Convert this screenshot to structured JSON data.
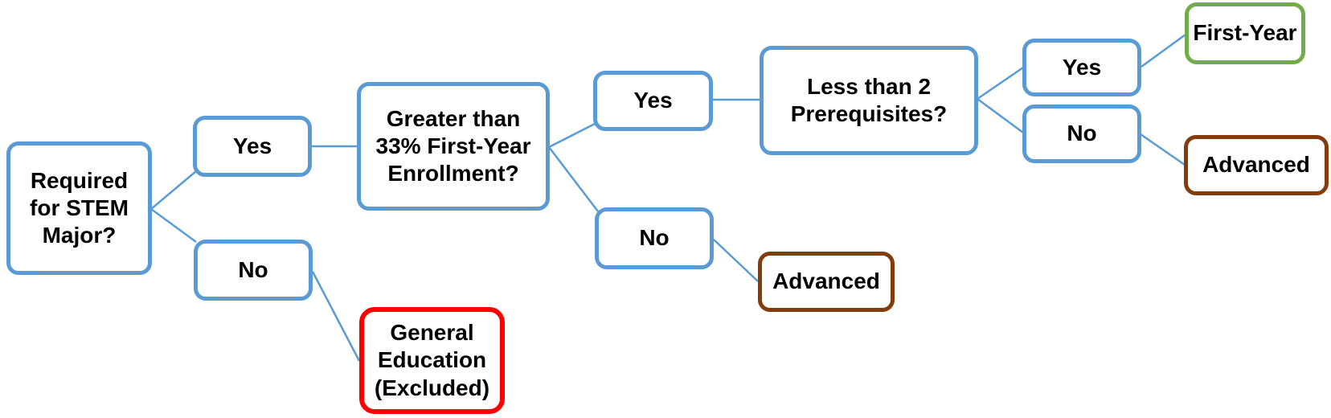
{
  "colors": {
    "background": "#ffffff",
    "text": "#000000",
    "question_branch_border": "#5b9bd5",
    "connector_line": "#5b9bd5",
    "outcome_first_year_border": "#70ad47",
    "outcome_advanced_border": "#843c0c",
    "outcome_excluded_border": "#ff0000"
  },
  "nodes": {
    "q_stem": {
      "label": "Required\nfor STEM\nMajor?",
      "border_color": "#5b9bd5"
    },
    "yes1": {
      "label": "Yes",
      "border_color": "#5b9bd5"
    },
    "no1": {
      "label": "No",
      "border_color": "#5b9bd5"
    },
    "q_enrollment": {
      "label": "Greater than\n33% First-Year\nEnrollment?",
      "border_color": "#5b9bd5"
    },
    "yes2": {
      "label": "Yes",
      "border_color": "#5b9bd5"
    },
    "no2": {
      "label": "No",
      "border_color": "#5b9bd5"
    },
    "q_prerequisites": {
      "label": "Less than 2\nPrerequisites?",
      "border_color": "#5b9bd5"
    },
    "yes3": {
      "label": "Yes",
      "border_color": "#5b9bd5"
    },
    "no3": {
      "label": "No",
      "border_color": "#5b9bd5"
    },
    "first_year": {
      "label": "First-Year",
      "border_color": "#70ad47"
    },
    "advanced_prereq": {
      "label": "Advanced",
      "border_color": "#843c0c"
    },
    "advanced_enrollment": {
      "label": "Advanced",
      "border_color": "#843c0c"
    },
    "general_education": {
      "label": "General\nEducation\n(Excluded)",
      "border_color": "#ff0000"
    }
  },
  "edges": [
    {
      "from": "q_stem",
      "to": "yes1"
    },
    {
      "from": "q_stem",
      "to": "no1"
    },
    {
      "from": "yes1",
      "to": "q_enrollment"
    },
    {
      "from": "no1",
      "to": "general_education"
    },
    {
      "from": "q_enrollment",
      "to": "yes2"
    },
    {
      "from": "q_enrollment",
      "to": "no2"
    },
    {
      "from": "yes2",
      "to": "q_prerequisites"
    },
    {
      "from": "no2",
      "to": "advanced_enrollment"
    },
    {
      "from": "q_prerequisites",
      "to": "yes3"
    },
    {
      "from": "q_prerequisites",
      "to": "no3"
    },
    {
      "from": "yes3",
      "to": "first_year"
    },
    {
      "from": "no3",
      "to": "advanced_prereq"
    }
  ]
}
